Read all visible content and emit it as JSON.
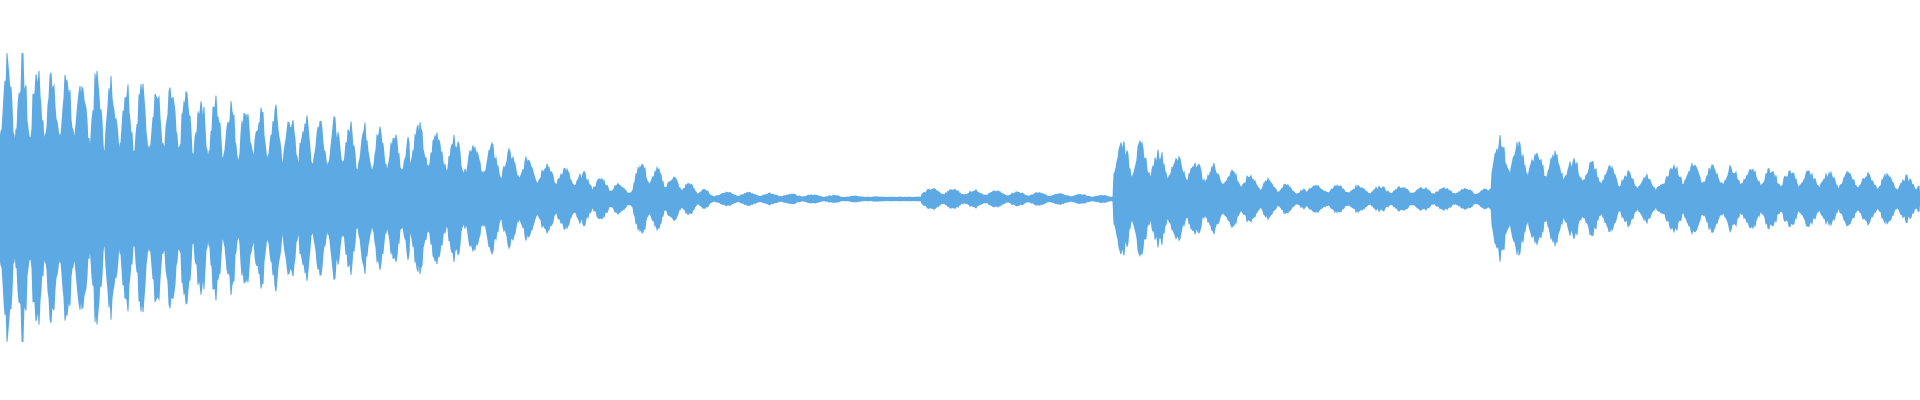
{
  "waveform": {
    "color": "#5DA9E3",
    "background": "#FFFFFF",
    "duration_s": 30.0,
    "segments": [
      {
        "start_s": 0.0,
        "end_s": 6.4,
        "peak": 0.78,
        "decay": 0.55,
        "pulse_hz": 4.3
      },
      {
        "start_s": 6.4,
        "end_s": 9.9,
        "peak": 0.42,
        "decay": 0.85,
        "pulse_hz": 3.5
      },
      {
        "start_s": 9.9,
        "end_s": 11.2,
        "peak": 0.22,
        "decay": 0.9,
        "pulse_hz": 4.0
      },
      {
        "start_s": 11.2,
        "end_s": 14.4,
        "peak": 0.04,
        "decay": 0.9,
        "pulse_hz": 3.0
      },
      {
        "start_s": 14.4,
        "end_s": 17.4,
        "peak": 0.06,
        "decay": 0.7,
        "pulse_hz": 3.0
      },
      {
        "start_s": 17.4,
        "end_s": 20.4,
        "peak": 0.34,
        "decay": 0.85,
        "pulse_hz": 3.5
      },
      {
        "start_s": 20.4,
        "end_s": 23.3,
        "peak": 0.08,
        "decay": 0.3,
        "pulse_hz": 3.0
      },
      {
        "start_s": 23.3,
        "end_s": 26.0,
        "peak": 0.34,
        "decay": 0.7,
        "pulse_hz": 3.5
      },
      {
        "start_s": 26.0,
        "end_s": 30.0,
        "peak": 0.2,
        "decay": 0.4,
        "pulse_hz": 3.3
      }
    ]
  }
}
